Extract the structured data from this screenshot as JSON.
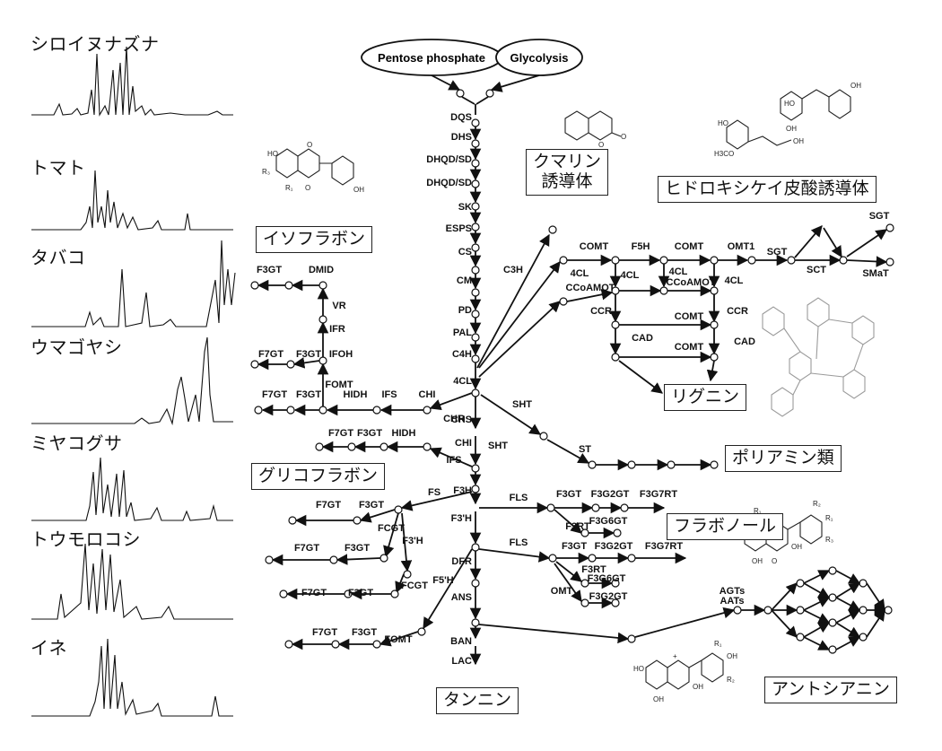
{
  "species": [
    "シロイヌナズナ",
    "トマト",
    "タバコ",
    "ウマゴヤシ",
    "ミヤコグサ",
    "トウモロコシ",
    "イネ"
  ],
  "sources": [
    "Pentose phosphate",
    "Glycolysis"
  ],
  "categories": {
    "coumarin": "クマリン\n誘導体",
    "hydroxycinnamic": "ヒドロキシケイ皮酸誘導体",
    "isoflavone": "イソフラボン",
    "lignin": "リグニン",
    "polyamine": "ポリアミン類",
    "glycoflavone": "グリコフラボン",
    "flavonol": "フラボノール",
    "tannin": "タンニン",
    "anthocyanin": "アントシアニン"
  },
  "main_enzymes": [
    "DQS",
    "DHS",
    "DHQD/SD",
    "DHQD/SD",
    "SK",
    "ESPS",
    "CS",
    "CM",
    "PD",
    "PAL",
    "C4H",
    "4CL",
    "CHS",
    "CHI",
    "F3H",
    "F3'H",
    "DFR",
    "ANS",
    "BAN",
    "LAC"
  ],
  "enzymes": {
    "c3h": "C3H",
    "chr": "CHR",
    "ifs": "IFS",
    "ifs2": "IFS",
    "chi_iso": "CHI",
    "hidh": "HIDH",
    "fomt": "FOMT",
    "f3gt": "F3GT",
    "f7gt": "F7GT",
    "ifoh": "IFOH",
    "ifr": "IFR",
    "vr": "VR",
    "dmid": "DMID",
    "comt": "COMT",
    "f5h": "F5H",
    "omt1": "OMT1",
    "sgt": "SGT",
    "sct": "SCT",
    "smat": "SMaT",
    "fourcl": "4CL",
    "ccoamt": "CCoAMOT",
    "ccr": "CCR",
    "cad": "CAD",
    "sht": "SHT",
    "st": "ST",
    "fs": "FS",
    "fcgt": "FCGT",
    "f34h": "F3'H",
    "f5h2": "F5'H",
    "fls": "FLS",
    "f3g2gt": "F3G2GT",
    "f3g7rt": "F3G7RT",
    "f3rt": "F3RT",
    "f3g6gt": "F3G6GT",
    "omt": "OMT",
    "agts": "AGTs",
    "aats": "AATs"
  },
  "structure_atoms": {
    "oh": "OH",
    "h3co": "H3CO",
    "ho": "HO",
    "o": "O",
    "r1": "R₁",
    "r2": "R₂",
    "r3": "R₃",
    "plus": "+"
  }
}
